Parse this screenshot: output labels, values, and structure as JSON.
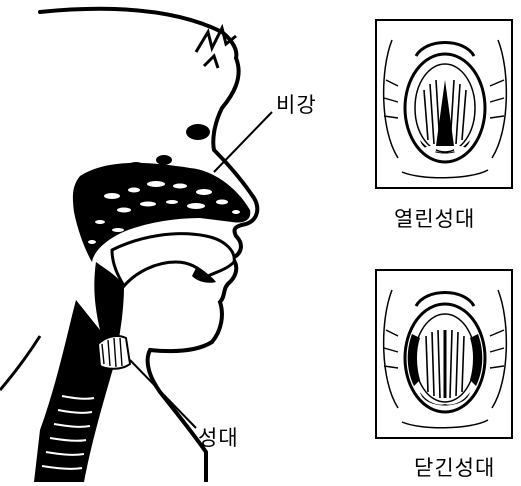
{
  "labels": {
    "nasal_cavity": "비강",
    "vocal_cords": "성대",
    "open_vocal_cords": "열린성대",
    "closed_vocal_cords": "닫긴성대"
  },
  "colors": {
    "ink": "#000000",
    "paper": "#ffffff"
  }
}
